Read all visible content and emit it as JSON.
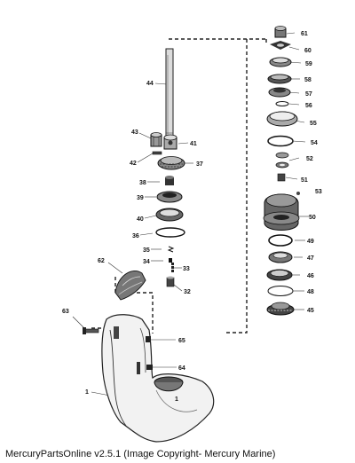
{
  "diagram": {
    "labels": {
      "p1": "1",
      "p1b": "1",
      "p32": "32",
      "p33": "33",
      "p34": "34",
      "p35": "35",
      "p36": "36",
      "p37": "37",
      "p38": "38",
      "p39": "39",
      "p40": "40",
      "p41": "41",
      "p42": "42",
      "p43": "43",
      "p44": "44",
      "p45": "45",
      "p46": "46",
      "p47": "47",
      "p48": "48",
      "p49": "49",
      "p50": "50",
      "p51": "51",
      "p52": "52",
      "p53": "53",
      "p54": "54",
      "p55": "55",
      "p56": "56",
      "p57": "57",
      "p58": "58",
      "p59": "59",
      "p60": "60",
      "p61": "61",
      "p62": "62",
      "p63": "63",
      "p64": "64",
      "p65": "65"
    }
  },
  "footer": {
    "caption": "MercuryPartsOnline v2.5.1 (Image Copyright- Mercury Marine)"
  }
}
